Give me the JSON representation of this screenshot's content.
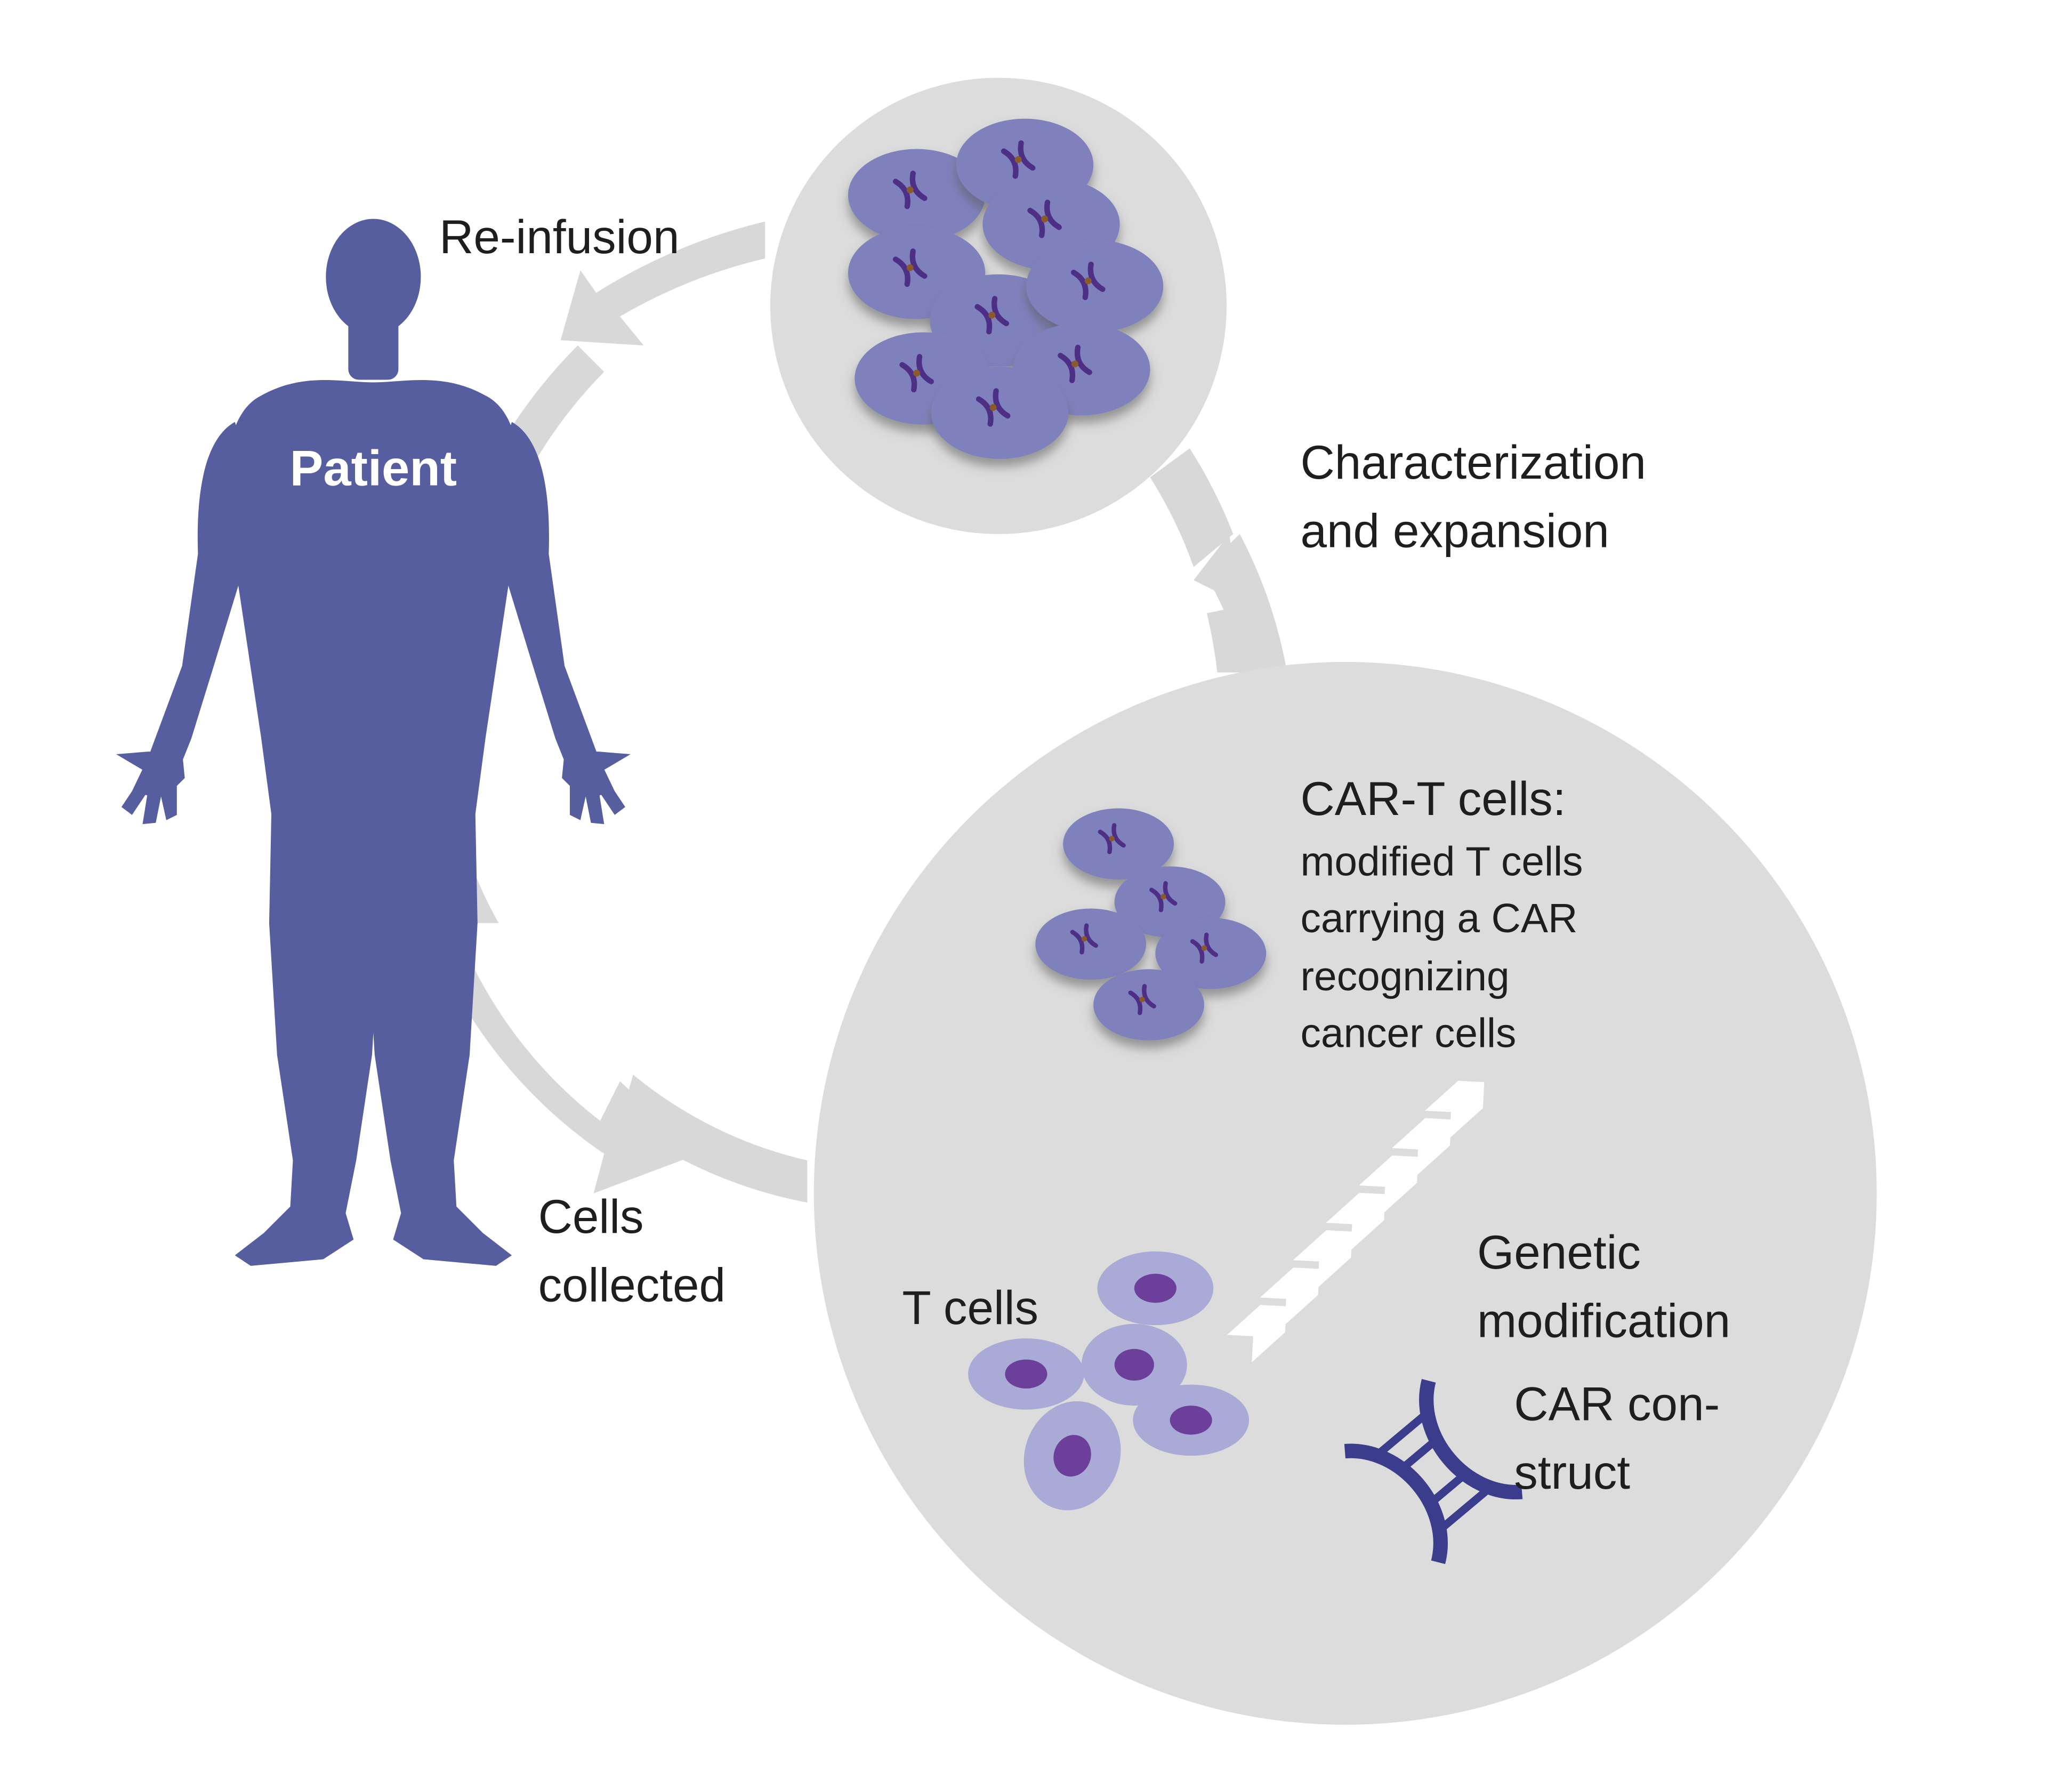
{
  "figure": {
    "patient_label": "Patient",
    "steps": {
      "reinfusion": "Re-infusion",
      "characterization": [
        "Characterization",
        "and expansion"
      ],
      "cells_collected": [
        "Cells",
        "collected"
      ],
      "genetic_modification": [
        "Genetic",
        "modification"
      ]
    },
    "cart_title": "CAR-T cells:",
    "cart_desc": [
      "modified T cells",
      "carrying a CAR",
      "recognizing",
      "cancer cells"
    ],
    "tcells_label": "T cells",
    "car_construct": [
      "CAR con-",
      "struct"
    ]
  },
  "colors": {
    "body": "#575e9f",
    "circle": "#dcdcdc",
    "arrow": "#d8d8d8",
    "cart_cell": "#7f81bd",
    "t_cell": "#a9aad5",
    "nucleus": "#6c3f9b",
    "chromosome": "#4d2f85",
    "dna": "#3c3c8c"
  },
  "icons": [
    "human-silhouette-icon",
    "dna-icon",
    "chevron-arrow-icon"
  ]
}
